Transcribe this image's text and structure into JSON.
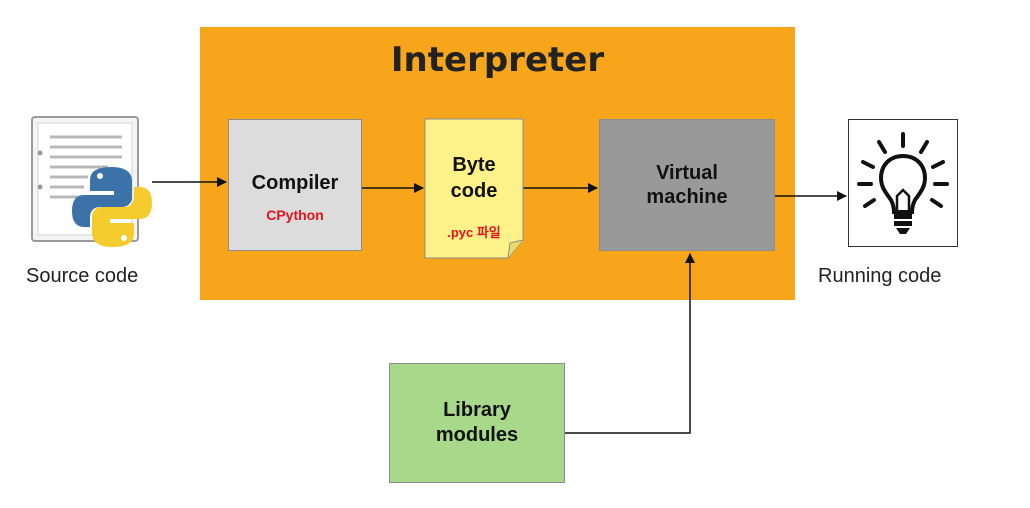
{
  "interpreter": {
    "title": "Interpreter"
  },
  "source": {
    "caption": "Source code",
    "icon": "python-source-file-icon"
  },
  "compiler": {
    "label": "Compiler",
    "sublabel": "CPython"
  },
  "bytecode": {
    "line1": "Byte",
    "line2": "code",
    "sublabel": ".pyc 파일"
  },
  "virtual_machine": {
    "line1": "Virtual",
    "line2": "machine"
  },
  "library": {
    "line1": "Library",
    "line2": "modules"
  },
  "running": {
    "caption": "Running code",
    "icon": "lightbulb-icon"
  },
  "colors": {
    "interpreter_bg": "#f7a51a",
    "compiler_bg": "#dcdcdc",
    "bytecode_bg": "#fdf28a",
    "vm_bg": "#999999",
    "library_bg": "#a8d98a",
    "accent_red": "#e0141d"
  }
}
